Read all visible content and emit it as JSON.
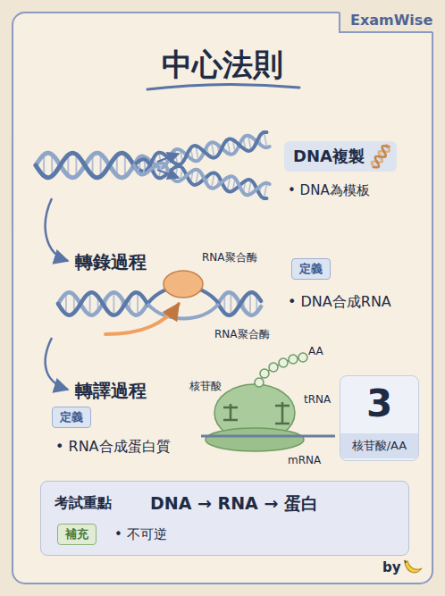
{
  "diagram": {
    "title": "中心法則",
    "nodes": [
      {
        "text": [
          "DNA複製"
        ]
      },
      {
        "text": [
          "定義"
        ]
      },
      {
        "text": [
          "定義"
        ]
      },
      {
        "text": [
          "3"
        ]
      },
      {
        "text": [
          "核苷酸/AA"
        ],
        "in": 3
      },
      {
        "text": [
          "考試重點",
          "DNA → RNA → 蛋白",
          "• 不可逆"
        ]
      },
      {
        "text": [
          "補充"
        ],
        "in": 5
      }
    ],
    "labels": [
      "ExamWise",
      "• DNA為模板",
      "轉錄過程",
      "RNA聚合酶",
      "• DNA合成RNA",
      "RNA聚合酶",
      "轉譯過程",
      "核苷酸",
      "AA",
      "tRNA",
      "• RNA合成蛋白質",
      "mRNA",
      "by"
    ]
  }
}
